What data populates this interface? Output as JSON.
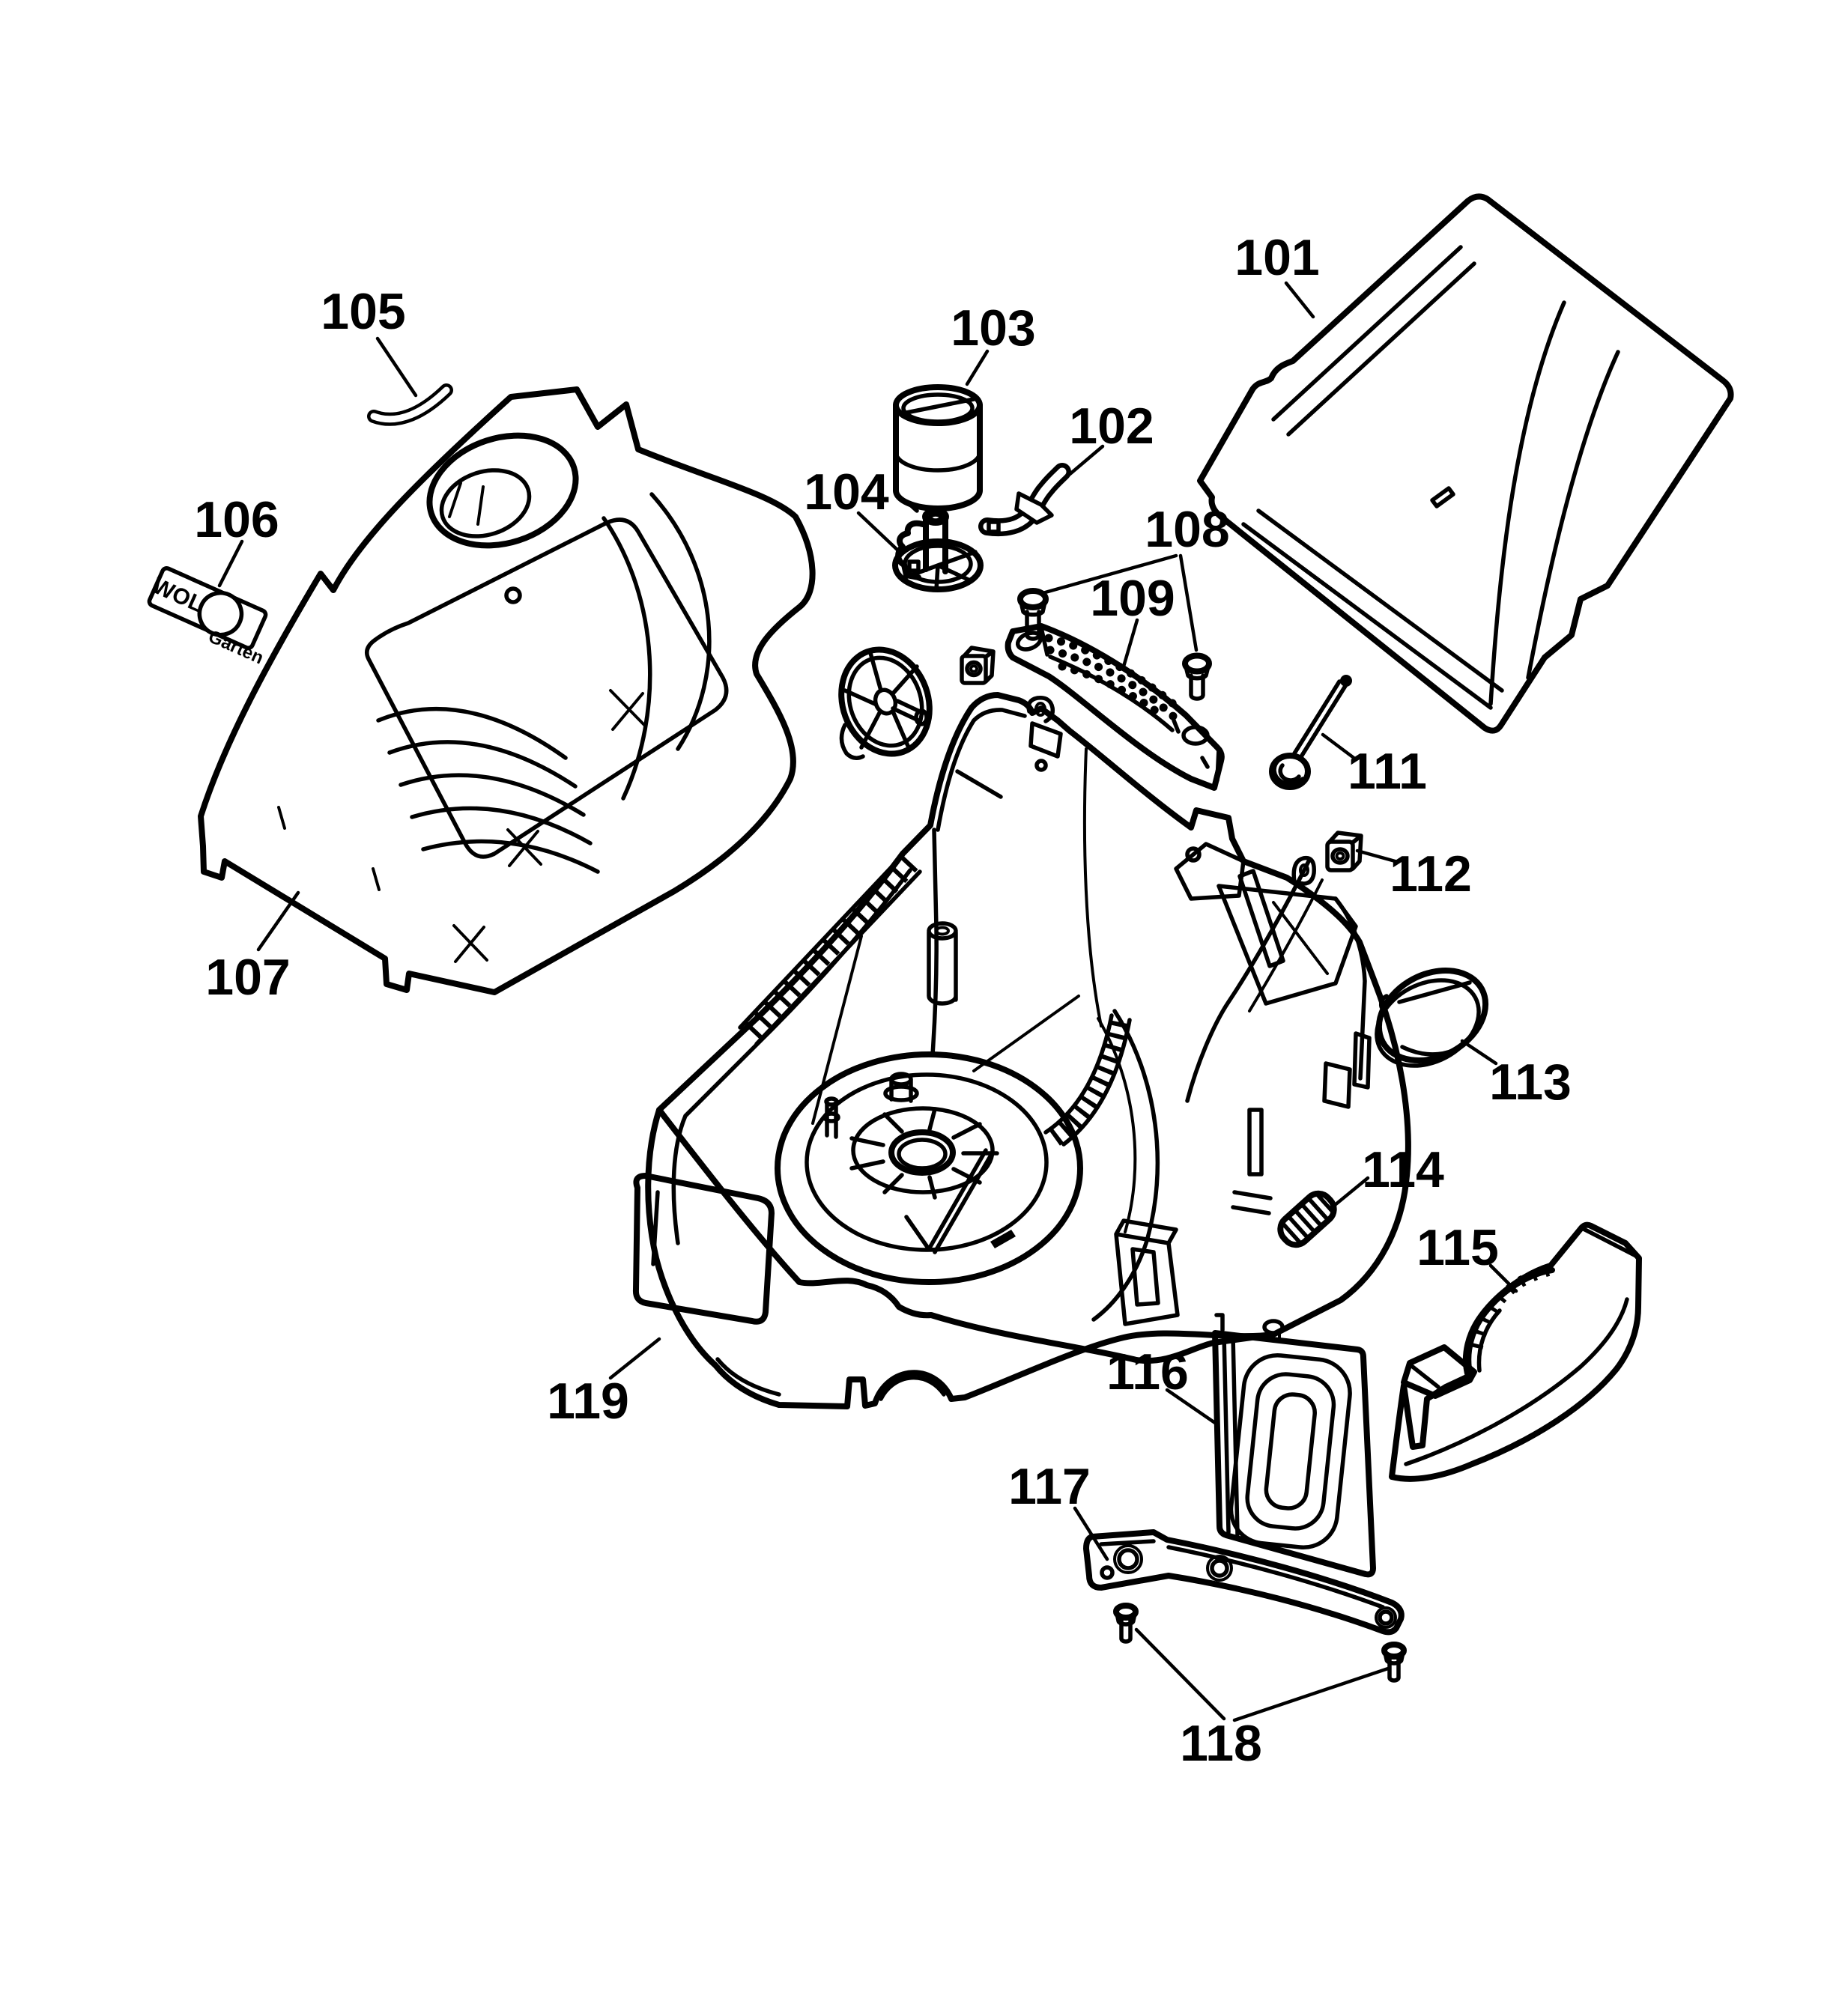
{
  "diagram": {
    "background_color": "#ffffff",
    "line_color": "#000000",
    "badge": {
      "brand_top": "WOLF",
      "brand_bottom": "Garten"
    },
    "callouts": [
      {
        "text": "101"
      },
      {
        "text": "102"
      },
      {
        "text": "103"
      },
      {
        "text": "104"
      },
      {
        "text": "105"
      },
      {
        "text": "106"
      },
      {
        "text": "107"
      },
      {
        "text": "108"
      },
      {
        "text": "109"
      },
      {
        "text": "111"
      },
      {
        "text": "112"
      },
      {
        "text": "113"
      },
      {
        "text": "114"
      },
      {
        "text": "115"
      },
      {
        "text": "116"
      },
      {
        "text": "117"
      },
      {
        "text": "118"
      },
      {
        "text": "119"
      }
    ]
  }
}
